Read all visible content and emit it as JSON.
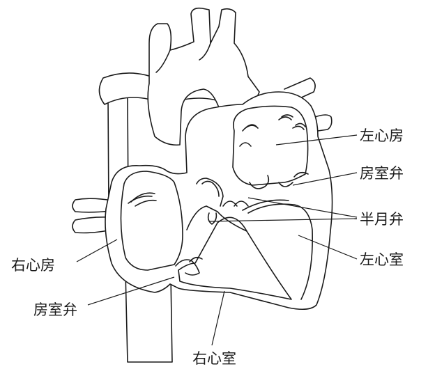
{
  "labels": {
    "left_atrium": "左心房",
    "left_av_valve": "房室弁",
    "semilunar_valve": "半月弁",
    "left_ventricle": "左心室",
    "right_atrium": "右心房",
    "right_av_valve": "房室弁",
    "right_ventricle": "右心室"
  }
}
